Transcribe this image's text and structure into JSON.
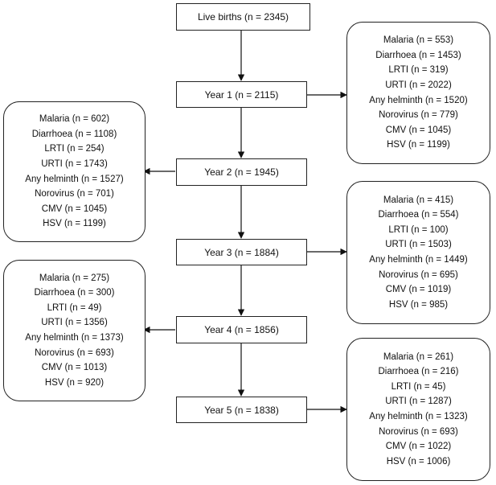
{
  "main_boxes": [
    {
      "label": "Live births (n = 2345)"
    },
    {
      "label": "Year 1 (n = 2115)"
    },
    {
      "label": "Year 2 (n = 1945)"
    },
    {
      "label": "Year 3 (n = 1884)"
    },
    {
      "label": "Year 4 (n = 1856)"
    },
    {
      "label": "Year 5 (n = 1838)"
    }
  ],
  "side_boxes": [
    {
      "lines": [
        "Malaria (n = 553)",
        "Diarrhoea (n = 1453)",
        "LRTI (n = 319)",
        "URTI (n = 2022)",
        "Any helminth (n = 1520)",
        "Norovirus (n = 779)",
        "CMV (n = 1045)",
        "HSV (n = 1199)"
      ]
    },
    {
      "lines": [
        "Malaria (n = 602)",
        "Diarrhoea (n = 1108)",
        "LRTI (n = 254)",
        "URTI (n = 1743)",
        "Any helminth (n = 1527)",
        "Norovirus (n = 701)",
        "CMV (n = 1045)",
        "HSV (n = 1199)"
      ]
    },
    {
      "lines": [
        "Malaria (n = 415)",
        "Diarrhoea (n = 554)",
        "LRTI (n = 100)",
        "URTI (n = 1503)",
        "Any helminth (n = 1449)",
        "Norovirus (n = 695)",
        "CMV (n = 1019)",
        "HSV (n = 985)"
      ]
    },
    {
      "lines": [
        "Malaria (n = 275)",
        "Diarrhoea (n = 300)",
        "LRTI (n = 49)",
        "URTI (n = 1356)",
        "Any helminth (n = 1373)",
        "Norovirus (n = 693)",
        "CMV (n = 1013)",
        "HSV (n = 920)"
      ]
    },
    {
      "lines": [
        "Malaria (n = 261)",
        "Diarrhoea (n = 216)",
        "LRTI (n = 45)",
        "URTI (n = 1287)",
        "Any helminth (n = 1323)",
        "Norovirus (n = 693)",
        "CMV (n = 1022)",
        "HSV (n = 1006)"
      ]
    }
  ]
}
